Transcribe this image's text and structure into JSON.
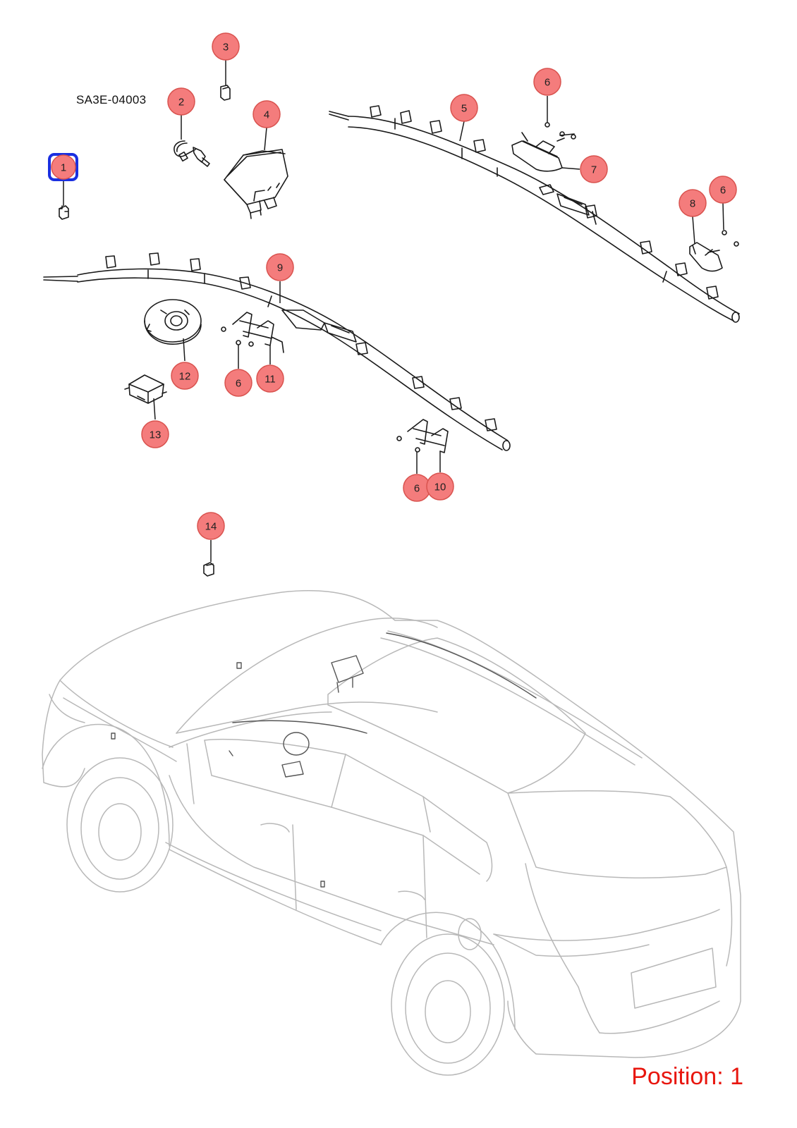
{
  "diagram_code": "SA3E-04003",
  "position_label": "Position: 1",
  "selected_callout": "1",
  "colors": {
    "callout_fill": "#f47c7c",
    "callout_stroke": "#d9534f",
    "selection": "#1a2fe0",
    "position_text": "#e8160e"
  },
  "callouts": [
    {
      "id": "c1",
      "label": "1"
    },
    {
      "id": "c2",
      "label": "2"
    },
    {
      "id": "c3",
      "label": "3"
    },
    {
      "id": "c4",
      "label": "4"
    },
    {
      "id": "c5",
      "label": "5"
    },
    {
      "id": "c6a",
      "label": "6"
    },
    {
      "id": "c7",
      "label": "7"
    },
    {
      "id": "c8",
      "label": "8"
    },
    {
      "id": "c6b",
      "label": "6"
    },
    {
      "id": "c9",
      "label": "9"
    },
    {
      "id": "c12",
      "label": "12"
    },
    {
      "id": "c6c",
      "label": "6"
    },
    {
      "id": "c11",
      "label": "11"
    },
    {
      "id": "c13",
      "label": "13"
    },
    {
      "id": "c6d",
      "label": "6"
    },
    {
      "id": "c10",
      "label": "10"
    },
    {
      "id": "c14",
      "label": "14"
    }
  ]
}
